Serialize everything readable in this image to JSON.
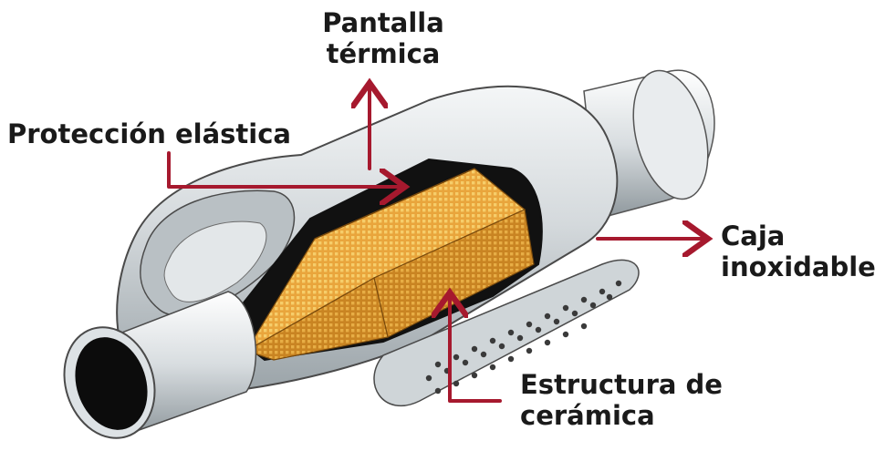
{
  "labels": {
    "pantalla_line1": "Pantalla",
    "pantalla_line2": "térmica",
    "proteccion": "Protección elástica",
    "caja_line1": "Caja",
    "caja_line2": "inoxidable",
    "estructura_line1": "Estructura de",
    "estructura_line2": "cerámica"
  },
  "colors": {
    "arrow": "#a6192e",
    "steel": "#c9cfd2",
    "ceramic": "#e8a33a",
    "insulation": "#111111"
  }
}
